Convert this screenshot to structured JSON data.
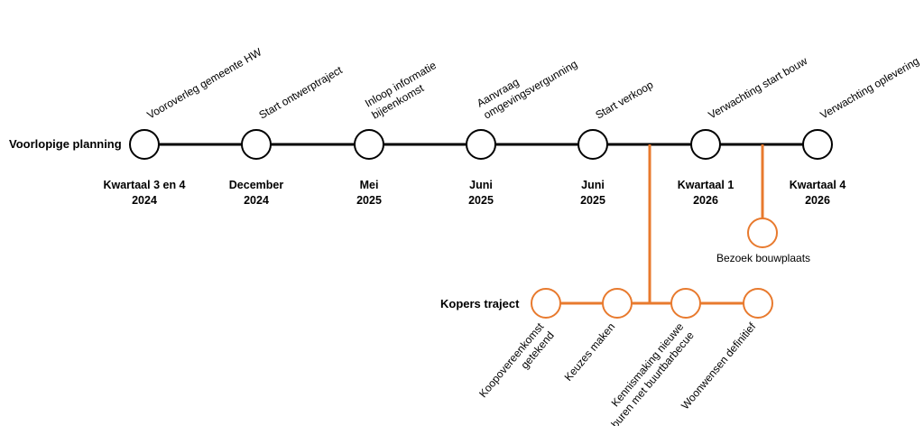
{
  "main_timeline": {
    "label": "Voorlopige planning",
    "color": "#000000",
    "milestones": [
      {
        "event": [
          "Vooroverleg gemeente HW"
        ],
        "date": [
          "Kwartaal 3 en 4",
          "2024"
        ]
      },
      {
        "event": [
          "Start ontwerptraject"
        ],
        "date": [
          "December",
          "2024"
        ]
      },
      {
        "event": [
          "Inloop informatie",
          "bijeenkomst"
        ],
        "date": [
          "Mei",
          "2025"
        ]
      },
      {
        "event": [
          "Aanvraag",
          "omgevingsvergunning"
        ],
        "date": [
          "Juni",
          "2025"
        ]
      },
      {
        "event": [
          "Start verkoop"
        ],
        "date": [
          "Juni",
          "2025"
        ]
      },
      {
        "event": [
          "Verwachting start bouw"
        ],
        "date": [
          "Kwartaal 1",
          "2026"
        ]
      },
      {
        "event": [
          "Verwachting oplevering"
        ],
        "date": [
          "Kwartaal 4",
          "2026"
        ]
      }
    ]
  },
  "site_visit": {
    "label": "Bezoek bouwplaats",
    "color": "#E87A2E"
  },
  "buyer_timeline": {
    "label": "Kopers traject",
    "color": "#E87A2E",
    "milestones": [
      {
        "event": [
          "Koopovereenkomst",
          "getekend"
        ]
      },
      {
        "event": [
          "Keuzes maken"
        ]
      },
      {
        "event": [
          "Kennismaking nieuwe",
          "buren met buurtbarbecue"
        ]
      },
      {
        "event": [
          "Woonwensen definitief"
        ]
      }
    ]
  }
}
